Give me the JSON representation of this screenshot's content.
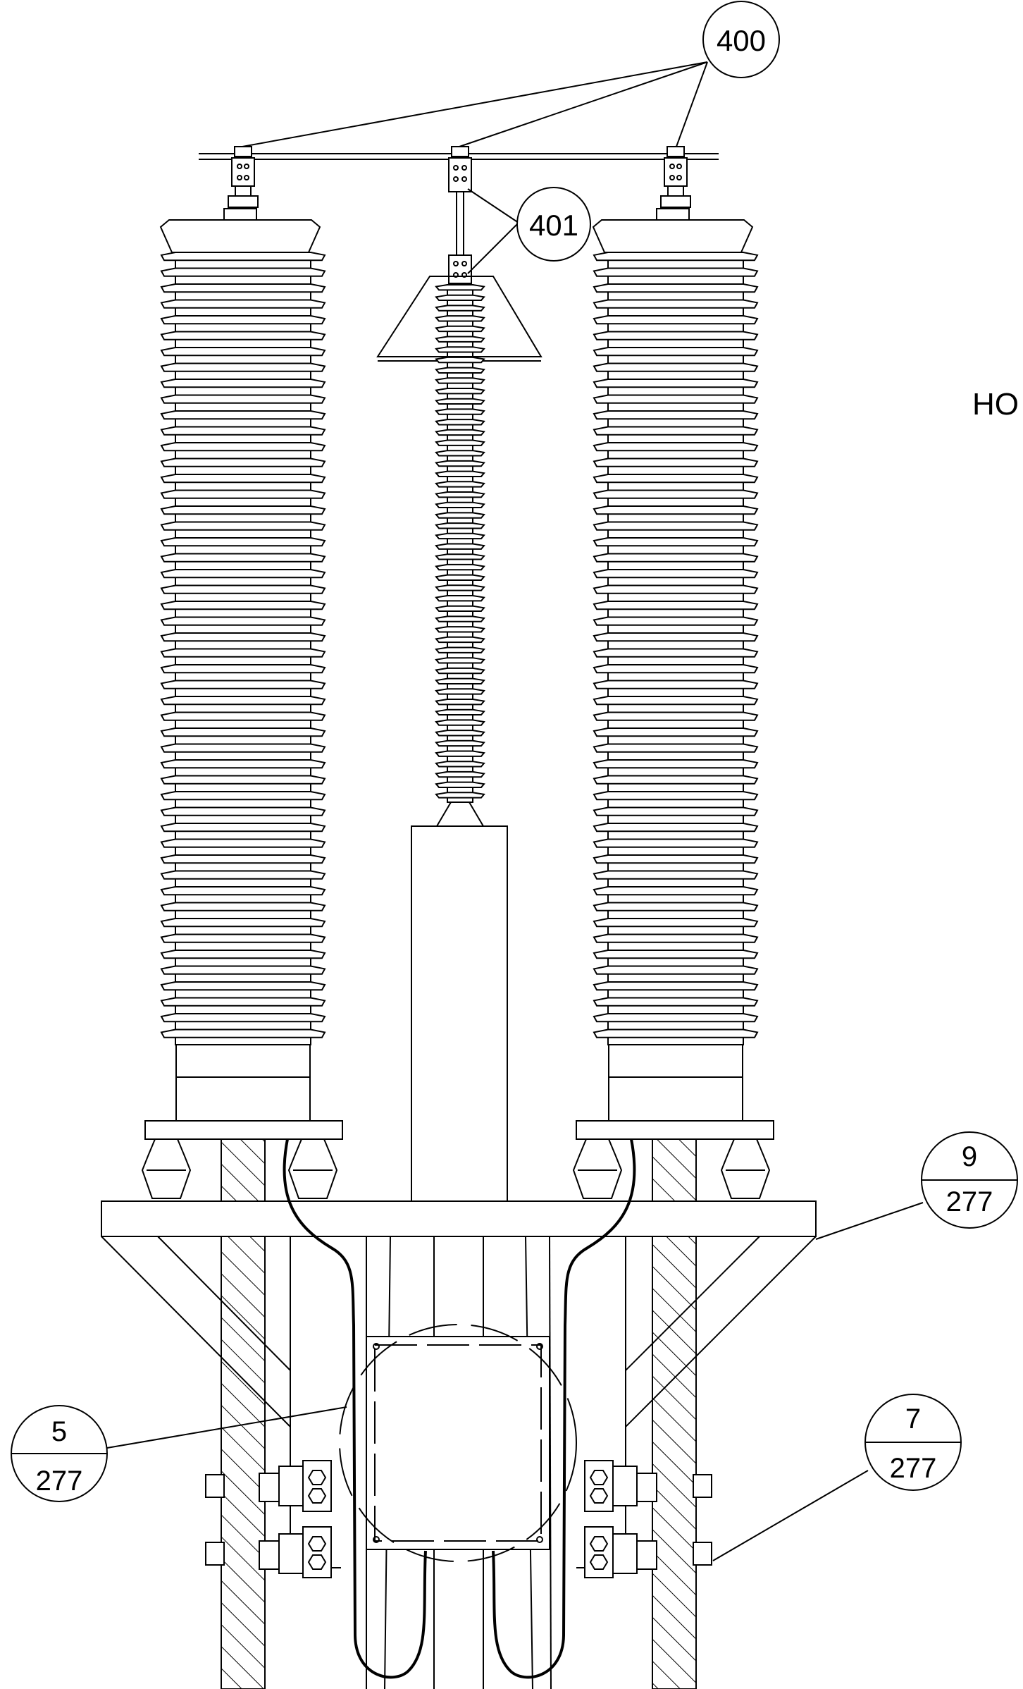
{
  "page_label": "HO",
  "callouts": {
    "c400": {
      "text": "400"
    },
    "c401": {
      "text": "401"
    },
    "c9": {
      "top": "9",
      "bottom": "277"
    },
    "c5": {
      "top": "5",
      "bottom": "277"
    },
    "c7": {
      "top": "7",
      "bottom": "277"
    }
  }
}
